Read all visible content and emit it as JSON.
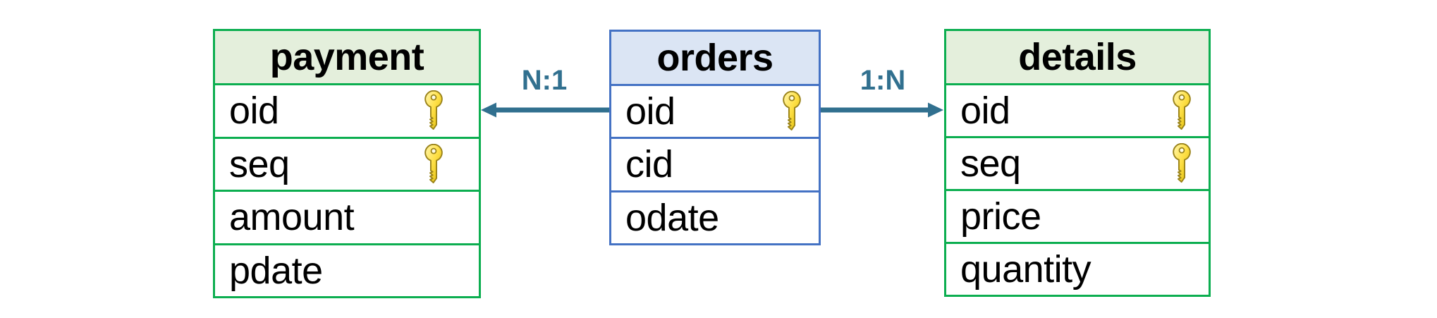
{
  "diagram": {
    "tables": [
      {
        "name": "payment",
        "theme": "green",
        "columns": [
          {
            "name": "oid",
            "primary_key": true
          },
          {
            "name": "seq",
            "primary_key": true
          },
          {
            "name": "amount",
            "primary_key": false
          },
          {
            "name": "pdate",
            "primary_key": false
          }
        ]
      },
      {
        "name": "orders",
        "theme": "blue",
        "columns": [
          {
            "name": "oid",
            "primary_key": true
          },
          {
            "name": "cid",
            "primary_key": false
          },
          {
            "name": "odate",
            "primary_key": false
          }
        ]
      },
      {
        "name": "details",
        "theme": "green",
        "columns": [
          {
            "name": "oid",
            "primary_key": true
          },
          {
            "name": "seq",
            "primary_key": true
          },
          {
            "name": "price",
            "primary_key": false
          },
          {
            "name": "quantity",
            "primary_key": false
          }
        ]
      }
    ],
    "relationships": [
      {
        "label": "N:1",
        "from": "orders.oid",
        "to": "payment.oid",
        "arrow_points": "left"
      },
      {
        "label": "1:N",
        "from": "orders.oid",
        "to": "details.oid",
        "arrow_points": "right"
      }
    ],
    "colors": {
      "green_table_border": "#0CAE50",
      "green_table_header_fill": "#E4EFDC",
      "blue_table_border": "#4472C4",
      "blue_table_header_fill": "#DBE5F4",
      "relationship_arrow": "#31708F",
      "key_gold": "#FFE14A",
      "key_outline": "#9A831A",
      "text": "#000000",
      "background": "#FFFFFF"
    }
  }
}
